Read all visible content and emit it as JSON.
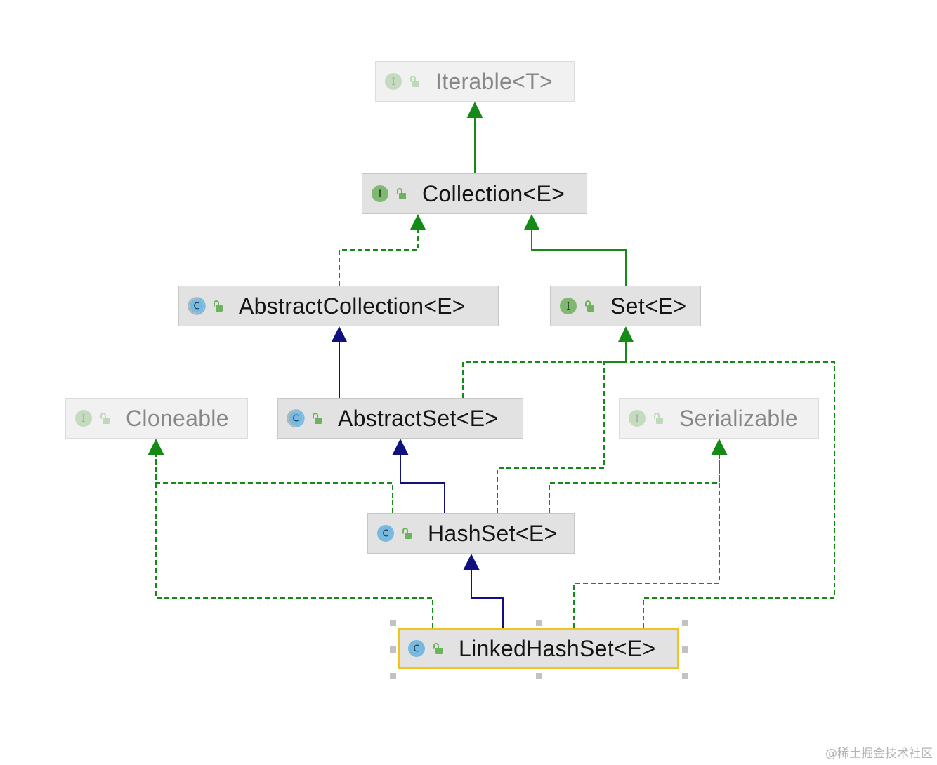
{
  "nodes": [
    {
      "label": "Iterable<T>",
      "icon": "interface-icon",
      "letter": "I",
      "faded": true,
      "selected": false
    },
    {
      "label": "Collection<E>",
      "icon": "interface-icon",
      "letter": "I",
      "faded": false,
      "selected": false
    },
    {
      "label": "AbstractCollection<E>",
      "icon": "abstract-class-icon",
      "letter": "C",
      "faded": false,
      "selected": false
    },
    {
      "label": "Set<E>",
      "icon": "interface-icon",
      "letter": "I",
      "faded": false,
      "selected": false
    },
    {
      "label": "Cloneable",
      "icon": "interface-icon",
      "letter": "I",
      "faded": true,
      "selected": false
    },
    {
      "label": "AbstractSet<E>",
      "icon": "abstract-class-icon",
      "letter": "C",
      "faded": false,
      "selected": false
    },
    {
      "label": "Serializable",
      "icon": "interface-icon",
      "letter": "I",
      "faded": true,
      "selected": false
    },
    {
      "label": "HashSet<E>",
      "icon": "class-icon",
      "letter": "C",
      "faded": false,
      "selected": false
    },
    {
      "label": "LinkedHashSet<E>",
      "icon": "class-icon",
      "letter": "C",
      "faded": false,
      "selected": true
    }
  ],
  "access_icon": "unlocked-padlock-icon",
  "edges": [
    {
      "from": 1,
      "to": 0,
      "color": "#168a16",
      "dashed": false
    },
    {
      "from": 2,
      "to": 1,
      "color": "#168a16",
      "dashed": true
    },
    {
      "from": 3,
      "to": 1,
      "color": "#168a16",
      "dashed": false
    },
    {
      "from": 5,
      "to": 2,
      "color": "#10107e",
      "dashed": false
    },
    {
      "from": 5,
      "to": 3,
      "color": "#168a16",
      "dashed": true
    },
    {
      "from": 7,
      "to": 5,
      "color": "#10107e",
      "dashed": false
    },
    {
      "from": 7,
      "to": 4,
      "color": "#168a16",
      "dashed": true
    },
    {
      "from": 7,
      "to": 3,
      "color": "#168a16",
      "dashed": true
    },
    {
      "from": 7,
      "to": 6,
      "color": "#168a16",
      "dashed": true
    },
    {
      "from": 8,
      "to": 7,
      "color": "#10107e",
      "dashed": false
    },
    {
      "from": 8,
      "to": 4,
      "color": "#168a16",
      "dashed": true
    },
    {
      "from": 8,
      "to": 6,
      "color": "#168a16",
      "dashed": true
    },
    {
      "from": 8,
      "to": 3,
      "color": "#168a16",
      "dashed": true
    }
  ],
  "colors": {
    "interface_icon": "#7fb96f",
    "class_icon": "#78badf",
    "access_icon": "#6cb35c",
    "selection_border": "#f2c31c"
  },
  "watermark": "@稀土掘金技术社区"
}
